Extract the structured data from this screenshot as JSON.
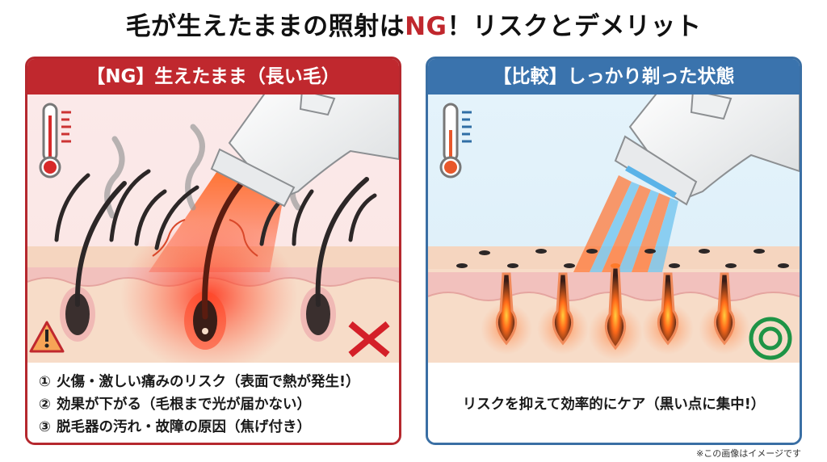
{
  "title": {
    "before": "毛が生えたままの照射は",
    "highlight": "NG",
    "after": "！リスクとデメリット",
    "highlight_color": "#c0272d"
  },
  "left_panel": {
    "header": "【NG】生えたまま（長い毛）",
    "accent_color": "#c0282e",
    "icons": [
      "thermometer-hot-icon",
      "smoke-icon",
      "hair-removal-device-icon",
      "warning-triangle-icon",
      "cross-mark-icon"
    ],
    "risks": [
      {
        "num": "①",
        "text": "火傷・激しい痛みのリスク（表面で熱が発生!）"
      },
      {
        "num": "②",
        "text": "効果が下がる（毛根まで光が届かない）"
      },
      {
        "num": "③",
        "text": "脱毛器の汚れ・故障の原因（焦げ付き）"
      }
    ]
  },
  "right_panel": {
    "header": "【比較】しっかり剃った状態",
    "accent_color": "#3a73ad",
    "icons": [
      "thermometer-mild-icon",
      "hair-removal-device-icon",
      "double-circle-icon"
    ],
    "benefit": "リスクを抑えて効率的にケア（黒い点に集中!）"
  },
  "footnote": "※この画像はイメージです"
}
